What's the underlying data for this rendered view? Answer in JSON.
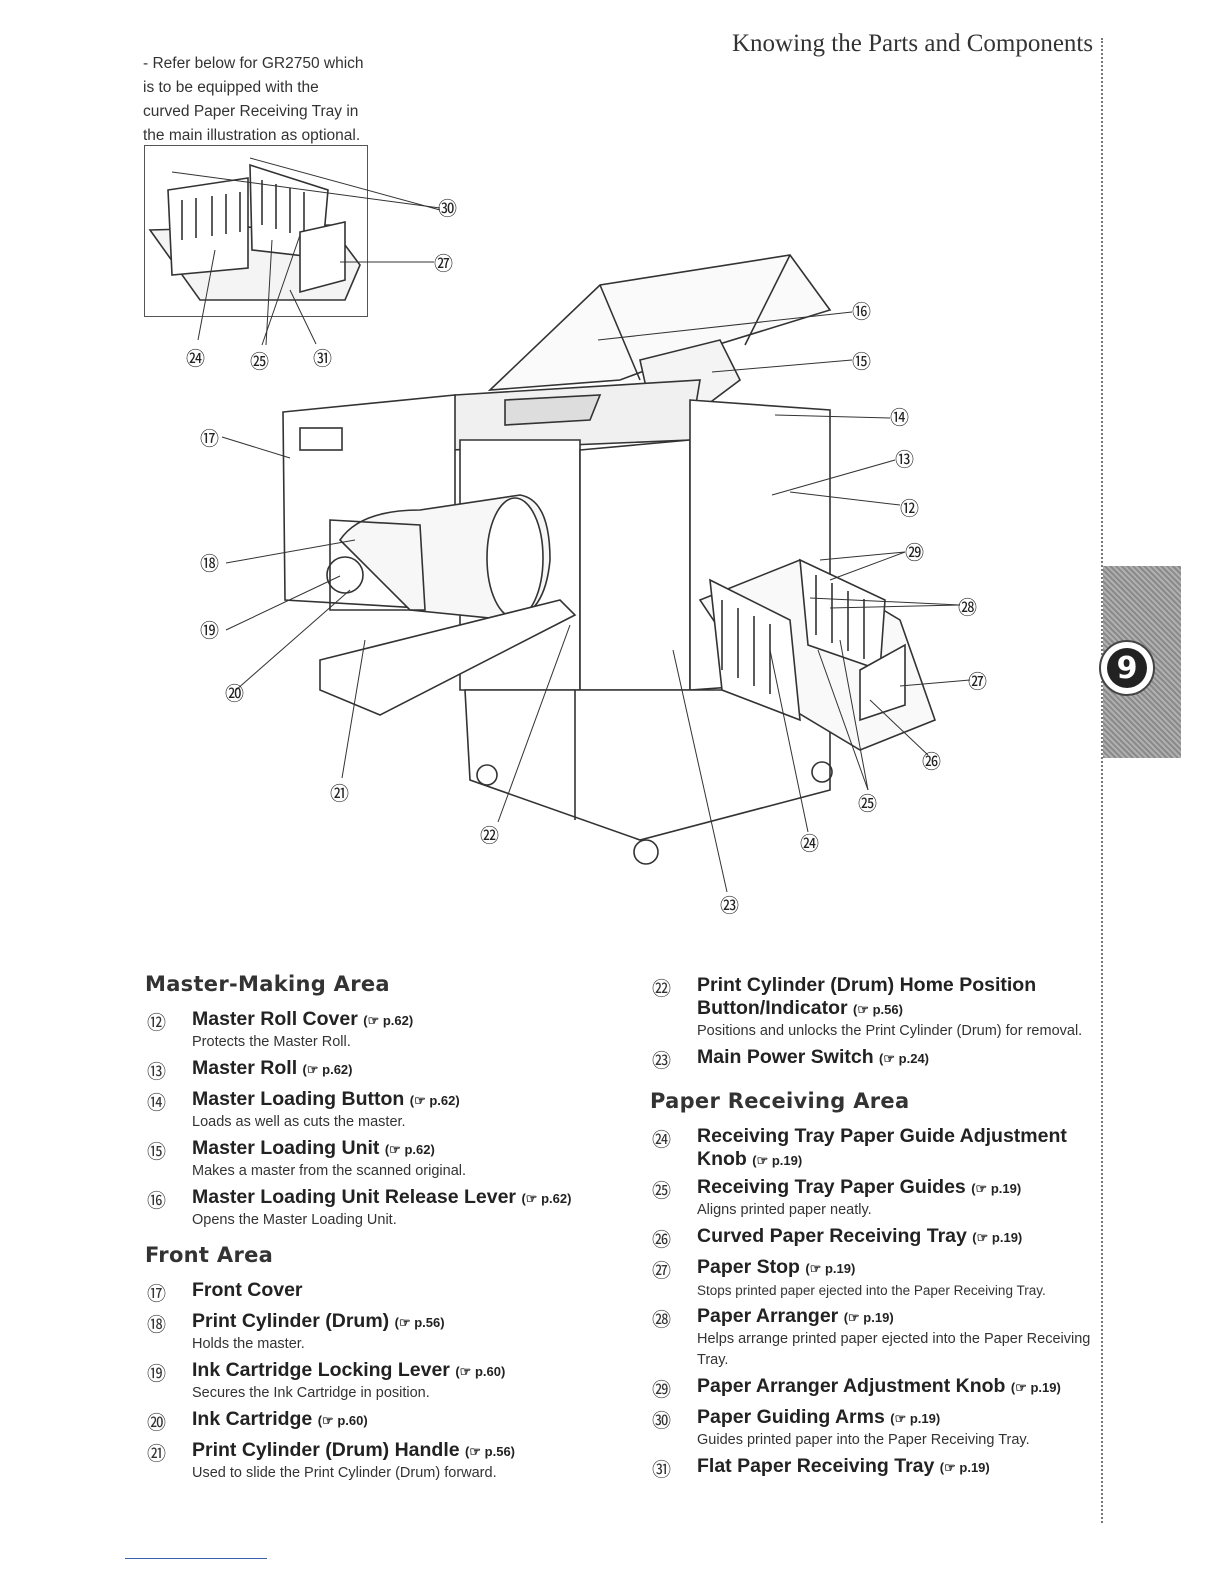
{
  "header": {
    "title": "Knowing the Parts and Components"
  },
  "chapter_tab": {
    "number": "9"
  },
  "note": {
    "text": "- Refer below for GR2750 which\n  is to be equipped with the\n  curved Paper Receiving Tray in\n  the main illustration as optional."
  },
  "callouts": [
    "⑫",
    "⑬",
    "⑭",
    "⑮",
    "⑯",
    "⑰",
    "⑱",
    "⑲",
    "⑳",
    "㉑",
    "㉒",
    "㉓",
    "㉔",
    "㉕",
    "㉖",
    "㉗",
    "㉘",
    "㉙",
    "㉚",
    "㉛"
  ],
  "sections": {
    "master_making": {
      "heading": "Master-Making Area",
      "items": [
        {
          "num": "⑫",
          "title": "Master Roll Cover",
          "ref": "p.62",
          "desc": "Protects the Master Roll."
        },
        {
          "num": "⑬",
          "title": "Master Roll",
          "ref": "p.62",
          "desc": ""
        },
        {
          "num": "⑭",
          "title": "Master Loading Button",
          "ref": "p.62",
          "desc": "Loads as well as cuts the master."
        },
        {
          "num": "⑮",
          "title": "Master Loading Unit",
          "ref": "p.62",
          "desc": "Makes a master from the scanned original."
        },
        {
          "num": "⑯",
          "title": "Master Loading Unit Release Lever",
          "ref": "p.62",
          "desc": "Opens the Master Loading Unit."
        }
      ]
    },
    "front": {
      "heading": "Front Area",
      "items": [
        {
          "num": "⑰",
          "title": "Front Cover",
          "ref": "",
          "desc": ""
        },
        {
          "num": "⑱",
          "title": "Print Cylinder (Drum)",
          "ref": "p.56",
          "desc": "Holds the master."
        },
        {
          "num": "⑲",
          "title": "Ink Cartridge Locking Lever",
          "ref": "p.60",
          "desc": "Secures the Ink Cartridge in position."
        },
        {
          "num": "⑳",
          "title": "Ink Cartridge",
          "ref": "p.60",
          "desc": ""
        },
        {
          "num": "㉑",
          "title": "Print Cylinder (Drum) Handle",
          "ref": "p.56",
          "desc": "Used to slide the Print Cylinder (Drum) forward."
        }
      ]
    },
    "right_top": {
      "items": [
        {
          "num": "㉒",
          "title": "Print Cylinder (Drum) Home Position Button/Indicator",
          "ref": "p.56",
          "desc": "Positions and unlocks the Print Cylinder (Drum) for removal."
        },
        {
          "num": "㉓",
          "title": "Main Power Switch",
          "ref": "p.24",
          "desc": ""
        }
      ]
    },
    "paper_receiving": {
      "heading": "Paper Receiving Area",
      "items": [
        {
          "num": "㉔",
          "title": "Receiving Tray Paper Guide Adjustment Knob",
          "ref": "p.19",
          "desc": ""
        },
        {
          "num": "㉕",
          "title": "Receiving Tray Paper Guides",
          "ref": "p.19",
          "desc": "Aligns printed paper neatly."
        },
        {
          "num": "㉖",
          "title": "Curved Paper Receiving Tray",
          "ref": "p.19",
          "desc": ""
        },
        {
          "num": "㉗",
          "title": "Paper Stop",
          "ref": "p.19",
          "desc": "Stops printed paper ejected into the Paper Receiving Tray."
        },
        {
          "num": "㉘",
          "title": "Paper Arranger",
          "ref": "p.19",
          "desc": "Helps arrange printed paper ejected into the Paper Receiving Tray."
        },
        {
          "num": "㉙",
          "title": "Paper Arranger Adjustment Knob",
          "ref": "p.19",
          "desc": ""
        },
        {
          "num": "㉚",
          "title": "Paper Guiding Arms",
          "ref": "p.19",
          "desc": "Guides printed paper into the Paper Receiving Tray."
        },
        {
          "num": "㉛",
          "title": "Flat Paper Receiving Tray",
          "ref": "p.19",
          "desc": ""
        }
      ]
    }
  }
}
